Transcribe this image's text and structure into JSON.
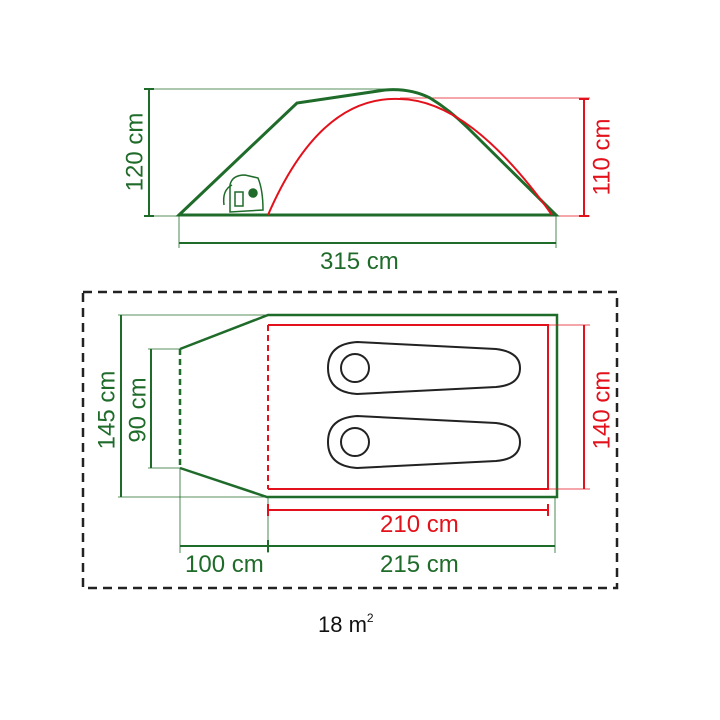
{
  "colors": {
    "outer": "#1f6b2a",
    "inner": "#e3111b",
    "footprint": "#222222",
    "sleeping_bag": "#222222"
  },
  "side_view": {
    "total_height": "120 cm",
    "inner_height": "110 cm",
    "total_length": "315 cm",
    "icon": "backpack-icon"
  },
  "floor_plan": {
    "total_width": "145 cm",
    "vestibule_width": "90 cm",
    "inner_width": "140 cm",
    "inner_length": "210 cm",
    "vestibule_length": "100 cm",
    "sleeping_length": "215 cm",
    "sleeping_bags": 2
  },
  "footprint": {
    "area_value": "18 m",
    "area_exp": "2"
  }
}
